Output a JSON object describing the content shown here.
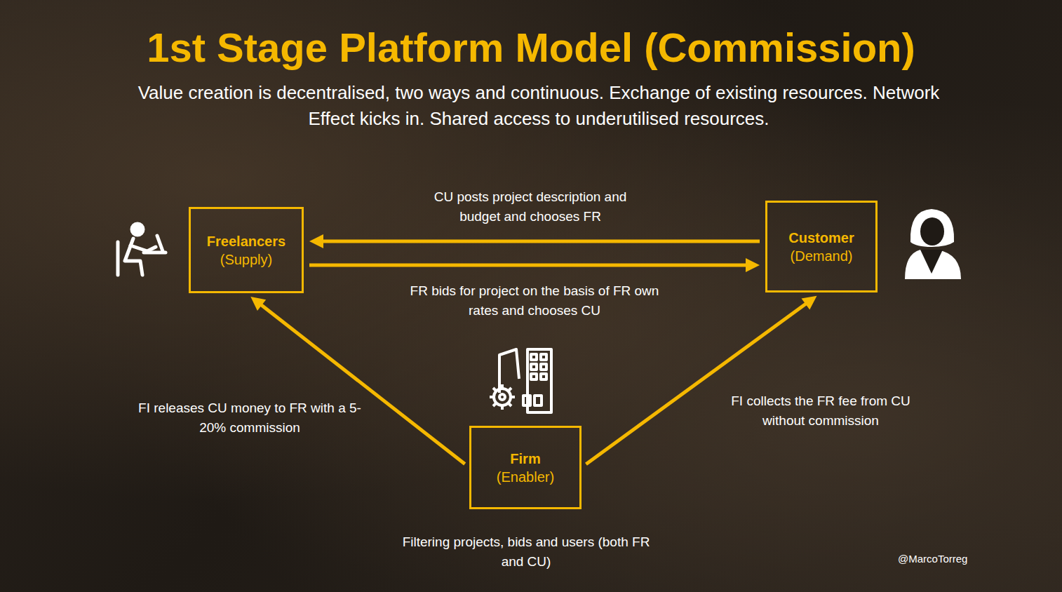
{
  "diagram": {
    "title": "1st Stage Platform Model (Commission)",
    "nodes": [
      {
        "text": [
          "Freelancers",
          "(Supply)"
        ]
      },
      {
        "text": [
          "Customer",
          "(Demand)"
        ]
      },
      {
        "text": [
          "Firm",
          "(Enabler)"
        ]
      }
    ],
    "edges": [
      {
        "from": 1,
        "to": 0,
        "arrow": "to",
        "label": "CU posts project description and budget and chooses FR"
      },
      {
        "from": 0,
        "to": 1,
        "arrow": "to",
        "label": "FR bids for project on the basis of FR own rates and chooses CU"
      },
      {
        "from": 2,
        "to": 0,
        "arrow": "to",
        "label": "FI releases CU money to FR with a 5-20% commission"
      },
      {
        "from": 2,
        "to": 1,
        "arrow": "to",
        "label": "FI collects the FR fee from CU without commission"
      }
    ],
    "labels": [
      "Value creation is decentralised, two ways and continuous. Exchange of existing resources. Network Effect kicks in. Shared access to underutilised resources.",
      "Filtering projects, bids and users (both FR and CU)",
      "@MarcoTorreg"
    ]
  }
}
